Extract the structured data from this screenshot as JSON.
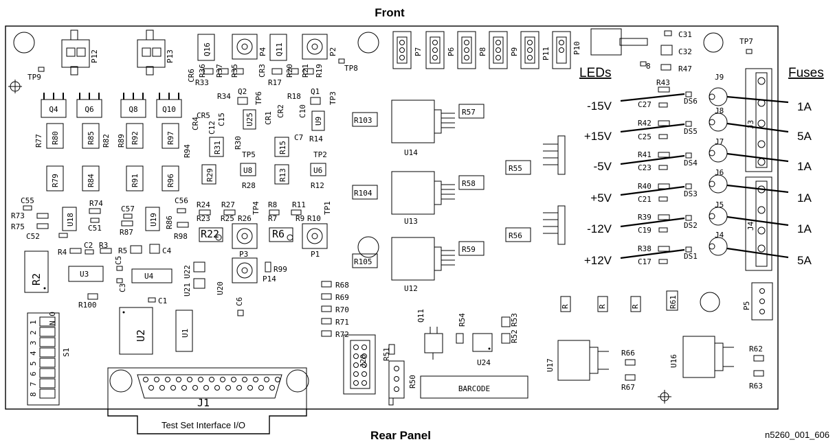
{
  "titles": {
    "front": "Front",
    "rear_panel": "Rear Panel",
    "connector_label": "Test Set Interface I/O",
    "figure_id": "n5260_001_606"
  },
  "headers": {
    "leds": "LEDs",
    "fuses": "Fuses"
  },
  "voltage_rows": [
    {
      "voltage": "-15V",
      "led": "DS6",
      "fuse_ref": "J9",
      "fuse": "1A",
      "cap": "C27",
      "res": "R43"
    },
    {
      "voltage": "+15V",
      "led": "DS5",
      "fuse_ref": "J8",
      "fuse": "5A",
      "cap": "C25",
      "res": "R42"
    },
    {
      "voltage": "-5V",
      "led": "DS4",
      "fuse_ref": "J7",
      "fuse": "1A",
      "cap": "C23",
      "res": "R41"
    },
    {
      "voltage": "+5V",
      "led": "DS3",
      "fuse_ref": "J6",
      "fuse": "1A",
      "cap": "C21",
      "res": "R40"
    },
    {
      "voltage": "-12V",
      "led": "DS2",
      "fuse_ref": "J5",
      "fuse": "1A",
      "cap": "C19",
      "res": "R39"
    },
    {
      "voltage": "+12V",
      "led": "DS1",
      "fuse_ref": "J4",
      "fuse": "5A",
      "cap": "C17",
      "res": "R38"
    }
  ],
  "components": {
    "P12": "P12",
    "P13": "P13",
    "TP9": "TP9",
    "TP8": "TP8",
    "TP7": "TP7",
    "Q16": "Q16",
    "P4": "P4",
    "Q11": "Q11",
    "P2": "P2",
    "P7": "P7",
    "P6": "P6",
    "P8": "P8",
    "P9": "P9",
    "P11": "P11",
    "P10": "P10",
    "C31": "C31",
    "C32": "C32",
    "R47": "R47",
    "J3": "J3",
    "J4": "J4",
    "Q4": "Q4",
    "Q6": "Q6",
    "Q8": "Q8",
    "Q10": "Q10",
    "CR6": "CR6",
    "R36": "R36",
    "R37": "R37",
    "R35": "R35",
    "R33": "R33",
    "CR3": "CR3",
    "R20": "R20",
    "R21": "R21",
    "R17": "R17",
    "R19": "R19",
    "R34": "R34",
    "Q2": "Q2",
    "TP6": "TP6",
    "R18": "R18",
    "Q1": "Q1",
    "TP3": "TP3",
    "CR5": "CR5",
    "CR4": "CR4",
    "C15": "C15",
    "U25": "U25",
    "CR1": "CR1",
    "CR2": "CR2",
    "C10": "C10",
    "U9": "U9",
    "C12": "C12",
    "R30": "R30",
    "R31": "R31",
    "TP5": "TP5",
    "C7": "C7",
    "R14": "R14",
    "R15": "R15",
    "TP2": "TP2",
    "R77": "R77",
    "R80": "R80",
    "R85": "R85",
    "R82": "R82",
    "R89": "R89",
    "R92": "R92",
    "R97": "R97",
    "R94": "R94",
    "R79": "R79",
    "R84": "R84",
    "R91": "R91",
    "R96": "R96",
    "R29": "R29",
    "U8": "U8",
    "R13": "R13",
    "U6": "U6",
    "R28": "R28",
    "R12": "R12",
    "C55": "C55",
    "R74": "R74",
    "R73": "R73",
    "R75": "R75",
    "U18": "U18",
    "C51": "C51",
    "C52": "C52",
    "C57": "C57",
    "R87": "R87",
    "U19": "U19",
    "C56": "C56",
    "R86": "R86",
    "R98": "R98",
    "R24": "R24",
    "R27": "R27",
    "R8": "R8",
    "R11": "R11",
    "TP4": "TP4",
    "TP1": "TP1",
    "R23": "R23",
    "R25": "R25",
    "R26": "R26",
    "R7": "R7",
    "R9": "R9",
    "R10": "R10",
    "R22": "R22",
    "R6": "R6",
    "P3": "P3",
    "P1": "P1",
    "R99": "R99",
    "P14": "P14",
    "R4": "R4",
    "C2": "C2",
    "R3": "R3",
    "R5": "R5",
    "C4": "C4",
    "R2": "R2",
    "C5": "C5",
    "U3": "U3",
    "U4": "U4",
    "U22": "U22",
    "U21": "U21",
    "U20": "U20",
    "C3": "C3",
    "R100": "R100",
    "C1": "C1",
    "C6": "C6",
    "U2": "U2",
    "U1": "U1",
    "S1": "S1",
    "J1": "J1",
    "R103": "R103",
    "R57": "R57",
    "U14": "U14",
    "R55": "R55",
    "R104": "R104",
    "R58": "R58",
    "U13": "U13",
    "R56": "R56",
    "R105": "R105",
    "R59": "R59",
    "U12": "U12",
    "R68": "R68",
    "R69": "R69",
    "R70": "R70",
    "R71": "R71",
    "R72": "R72",
    "J20": "J20",
    "R51": "R51",
    "R50": "R50",
    "Q11b": "Q11",
    "R54": "R54",
    "R53": "R53",
    "R52": "R52",
    "U24": "U24",
    "BARCODE": "BARCODE",
    "R61": "R61",
    "P5": "P5",
    "U17": "U17",
    "R66": "R66",
    "R67": "R67",
    "U16": "U16",
    "R62": "R62",
    "R63": "R63",
    "R_a": "R",
    "R_b": "R",
    "R_c": "R",
    "DS6b": "8"
  },
  "switch_numbers": [
    "8",
    "7",
    "6",
    "5",
    "4",
    "3",
    "2",
    "1"
  ],
  "switch_state": "N O"
}
